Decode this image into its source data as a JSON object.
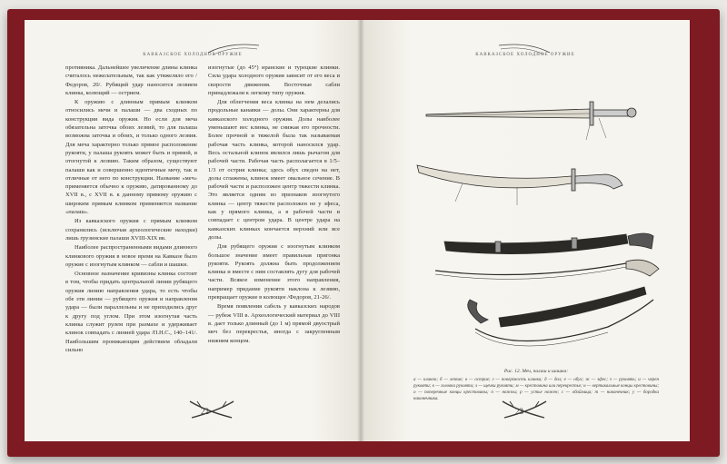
{
  "header": {
    "left": "КАВКАЗСКОЕ ХОЛОДНОЕ ОРУЖИЕ",
    "right": "КАВКАЗСКОЕ ХОЛОДНОЕ ОРУЖИЕ"
  },
  "left_page": {
    "number": "22",
    "col1": [
      "противника. Дальнейшее увеличение длины клинка считалось нежелательным, так как утяжеляло его /Федоров, 20/. Рубящий удар наносится лезвием клинка, колющий — острием.",
      "К оружию с длинным прямым клинком относились мечи и палаши — два сходных по конструкции вида оружия. Но если для меча обязательна заточка обоих лезвий, то для палаша возможна заточка и обоих, и только одного лезвия. Для меча характерно только прямое расположение рукояти, у палаша рукоять может быть и прямой, и отогнутой к лезвию. Таким образом, существуют палаши как и совершенно идентичные мечу, так и отличные от него по конструкции. Название «меч» применяется обычно к оружию, датированному до XVII в., с XVII в. к данному прямому оружию с широким прямым клинком применяется название «палаш».",
      "Из кавказского оружия с прямым клинком сохранились (исключая археологические находки) лишь грузинские палаши XVIII-XIX вв.",
      "Наиболее распространенными видами длинного клинкового оружия в новое время на Кавказе было оружие с изогнутым клинком — сабли и шашки.",
      "Основное назначение кривизны клинка состоит в том, чтобы придать центральной линии рубящего оружия линию направления удара, то есть чтобы обе эти линии — рубящего оружия и направления удара — были параллельны и не приходились друг к другу под углом. При этом изогнутая часть клинка служит рулем при размахе и удерживает клинок совпадать с линией удара /П.Н.С., 140–141/. Наибольшим проникающим действием обладали сильно"
    ],
    "col2": [
      "изогнутые (до 45°) иранские и турецкие клинки. Сила удара холодного оружия зависит от его веса и скорости движения. Восточные сабли принадлежали к легкому типу оружия.",
      "Для облегчения веса клинка на нем делались продольные канавки — долы. Они характерны для кавказского холодного оружия. Долы наиболее уменьшают вес клинка, не снижая его прочности. Более прочной и тяжелой была так называемая рабочая часть клинка, которой наносился удар. Весь остальной клинок являлся лишь рычагом для рабочей части. Рабочая часть располагается в 1/5–1/3 от острия клинка; здесь обух сведен на нет, долы сглажены, клинок имеет овальное сечение. В рабочей части и расположен центр тяжести клинка. Это является одним из признаков изогнутого клинка — центр тяжести расположен не у эфеса, как у прямого клинка, а в рабочей части и совпадает с центром удара. В центре удара на кавказских клинках кончается верхний или все долы.",
      "Для рубящего оружия с изогнутым клинком большое значение имеет правильная пригонка рукояти. Рукоять должна быть продолжением клинка и вместе с ним составлять дугу для рабочей части. Всякое изменение этого направления, например придание рукояти наклона к лезвию, превращает оружие в колющее /Федоров, 21-26/.",
      "Время появления сабель у кавказских народов — рубеж VIII в. Археологический материал до VIII в. дает только длинный (до 1 м) прямой двуострый меч без перекрестья, иногда с закругленным нижним концом."
    ]
  },
  "right_page": {
    "number": "23",
    "caption_title": "Рис. 12. Меч, палаш и шашка:",
    "caption_legend": "а — клинок; б — лезвие; в — острие; г — поверхность клинка; д — дол; е — обух; ж — эфес; з — рукоять; и — черен рукояти; к — головка рукояти; л — щечки рукояти; м — крестовина или перекрестье; н — вертикальные концы крестовины; о — поперечные концы крестовины; п — ножны; р — устье ножен; с — обоймица; т — наконечник; у — бородка наконечника."
  },
  "colors": {
    "cover": "#7d1a22",
    "paper": "#f7f5ef",
    "ink": "#2f2e2a",
    "background": "#e9e8e4"
  },
  "icons": [
    "crossed-swords-icon",
    "head-ornament-icon"
  ]
}
